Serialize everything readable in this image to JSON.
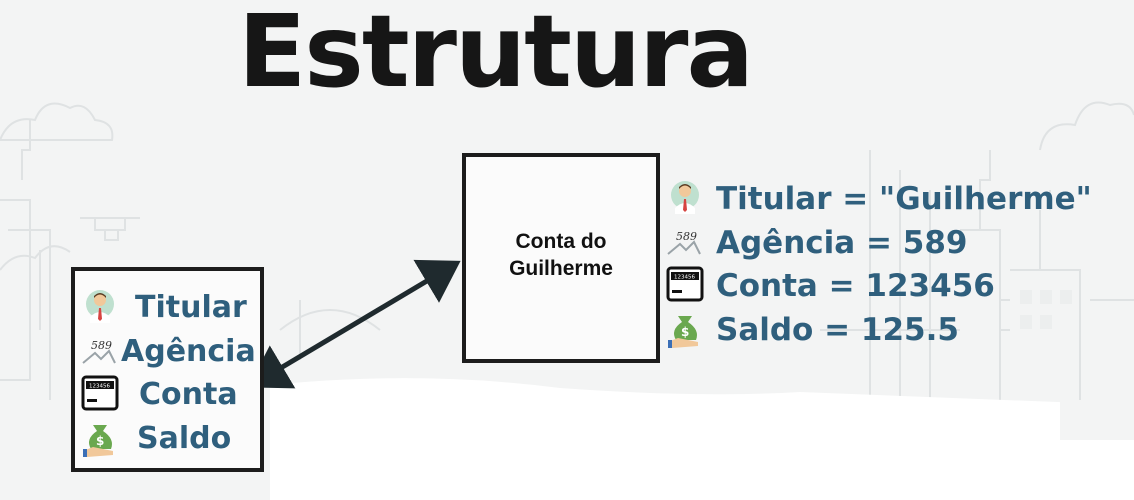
{
  "title": "Estrutura",
  "class_box": {
    "attributes": [
      {
        "label": "Titular",
        "icon": "person-icon"
      },
      {
        "label": "Agência",
        "icon": "agency-icon"
      },
      {
        "label": "Conta",
        "icon": "account-card-icon"
      },
      {
        "label": "Saldo",
        "icon": "money-bag-icon"
      }
    ]
  },
  "object_box": {
    "name_line1": "Conta do",
    "name_line2": "Guilherme"
  },
  "object_values": [
    {
      "text": "Titular = \"Guilherme\"",
      "icon": "person-icon"
    },
    {
      "text": "Agência = 589",
      "icon": "agency-icon"
    },
    {
      "text": "Conta = 123456",
      "icon": "account-card-icon"
    },
    {
      "text": "Saldo = 125.5",
      "icon": "money-bag-icon"
    }
  ],
  "icon_texts": {
    "agency_number": "589",
    "account_number": "123456",
    "money_symbol": "$"
  },
  "colors": {
    "accent_text": "#2f5f7d",
    "title": "#161616",
    "box_border": "#1c1c1c"
  }
}
